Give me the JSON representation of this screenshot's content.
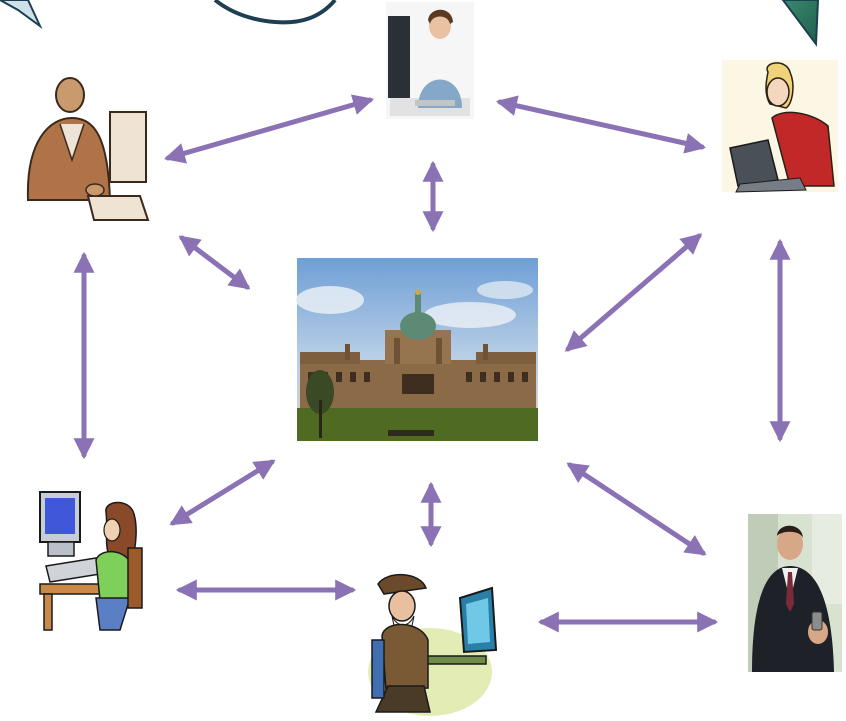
{
  "diagram": {
    "hub": {
      "name": "legislature-building",
      "kind": "photo"
    },
    "nodes": [
      {
        "name": "woman-at-computer-top",
        "kind": "photo"
      },
      {
        "name": "man-at-desktop-sketch",
        "kind": "clipart"
      },
      {
        "name": "blonde-woman-with-laptop",
        "kind": "clipart"
      },
      {
        "name": "girl-at-computer",
        "kind": "clipart"
      },
      {
        "name": "old-man-at-computer",
        "kind": "clipart"
      },
      {
        "name": "businessman-with-phone",
        "kind": "photo"
      }
    ],
    "connections": [
      [
        "man-at-desktop-sketch",
        "woman-at-computer-top"
      ],
      [
        "woman-at-computer-top",
        "blonde-woman-with-laptop"
      ],
      [
        "woman-at-computer-top",
        "legislature-building"
      ],
      [
        "man-at-desktop-sketch",
        "legislature-building"
      ],
      [
        "blonde-woman-with-laptop",
        "legislature-building"
      ],
      [
        "man-at-desktop-sketch",
        "girl-at-computer"
      ],
      [
        "blonde-woman-with-laptop",
        "businessman-with-phone"
      ],
      [
        "girl-at-computer",
        "legislature-building"
      ],
      [
        "old-man-at-computer",
        "legislature-building"
      ],
      [
        "businessman-with-phone",
        "legislature-building"
      ],
      [
        "girl-at-computer",
        "old-man-at-computer"
      ],
      [
        "old-man-at-computer",
        "businessman-with-phone"
      ]
    ],
    "colors": {
      "arrow": "#8a72b4",
      "corner_swoosh": "#2e6e5a",
      "corner_outline": "#1d3f52"
    }
  }
}
